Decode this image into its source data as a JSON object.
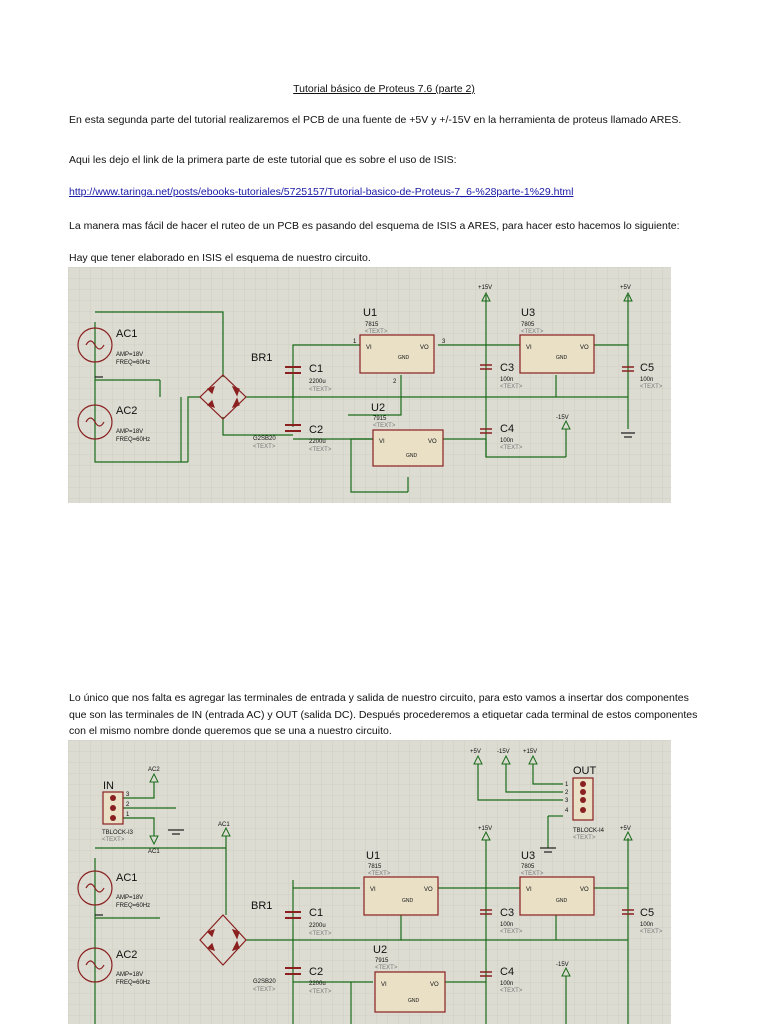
{
  "document": {
    "title": "Tutorial básico de Proteus 7.6 (parte 2)",
    "p1": "En esta segunda parte del tutorial realizaremos el PCB de una fuente de +5V y +/-15V en la herramienta de proteus llamado ARES.",
    "p2": "Aqui les dejo el link de la primera parte de este tutorial que es sobre el uso de ISIS:",
    "link": "http://www.taringa.net/posts/ebooks-tutoriales/5725157/Tutorial-basico-de-Proteus-7_6-%28parte-1%29.html",
    "p3": "La manera mas fácil de hacer el ruteo de un PCB es pasando del esquema de ISIS a ARES, para hacer esto hacemos lo siguiente:",
    "p4": "Hay que tener elaborado en ISIS el esquema de nuestro circuito.",
    "p5_l1": "Lo único que nos falta es agregar las terminales de entrada y salida de nuestro circuito, para esto vamos a insertar dos componentes",
    "p5_l2": "que son las terminales de IN (entrada AC) y OUT (salida DC). Después procederemos a etiquetar cada terminal de estos componentes",
    "p5_l3": "con el mismo nombre donde queremos que se una a nuestro circuito."
  },
  "schematic1": {
    "ac1": "AC1",
    "ac1_amp": "AMP=18V",
    "ac1_freq": "FREQ=60Hz",
    "ac2": "AC2",
    "ac2_amp": "AMP=18V",
    "ac2_freq": "FREQ=60Hz",
    "br1": "BR1",
    "bridge_part": "G2SB20",
    "bridge_text": "<TEXT>",
    "c1": "C1",
    "c1_val": "2200u",
    "c1_text": "<TEXT>",
    "c2": "C2",
    "c2_val": "2200u",
    "c2_text": "<TEXT>",
    "u1": "U1",
    "u1_part": "7815",
    "u1_text": "<TEXT>",
    "u2": "U2",
    "u2_part": "7915",
    "u2_text": "<TEXT>",
    "u3": "U3",
    "u3_part": "7805",
    "u3_text": "<TEXT>",
    "c3": "C3",
    "c3_val": "100n",
    "c3_text": "<TEXT>",
    "c4": "C4",
    "c4_val": "100n",
    "c4_text": "<TEXT>",
    "c5": "C5",
    "c5_val": "100n",
    "c5_text": "<TEXT>",
    "vplus15": "+15V",
    "vplus5": "+5V",
    "vminus15": "-15V",
    "vi": "VI",
    "vo": "VO",
    "gnd": "GND",
    "pin1": "1",
    "pin2": "2",
    "pin3": "3"
  },
  "schematic2": {
    "in": "IN",
    "in_part": "TBLOCK-I3",
    "in_text": "<TEXT>",
    "pin_3": "3",
    "pin_2": "2",
    "pin_1": "1",
    "ac2_tag": "AC2",
    "ac1_tag": "AC1",
    "ac1_tag2": "AC1",
    "out": "OUT",
    "out_part": "TBLOCK-I4",
    "out_text": "<TEXT>",
    "t_p5": "+5V",
    "t_m15": "-15V",
    "t_p15": "+15V",
    "o1": "1",
    "o2": "2",
    "o3": "3",
    "o4": "4",
    "ac1": "AC1",
    "ac1_amp": "AMP=18V",
    "ac1_freq": "FREQ=60Hz",
    "ac2": "AC2",
    "ac2_amp": "AMP=18V",
    "ac2_freq": "FREQ=60Hz",
    "br1": "BR1",
    "bridge_part": "G2SB20",
    "bridge_text": "<TEXT>",
    "c1": "C1",
    "c1_val": "2200u",
    "c1_text": "<TEXT>",
    "c2": "C2",
    "c2_val": "2200u",
    "c2_text": "<TEXT>",
    "u1": "U1",
    "u1_part": "7815",
    "u1_text": "<TEXT>",
    "u2": "U2",
    "u2_part": "7915",
    "u2_text": "<TEXT>",
    "u3": "U3",
    "u3_part": "7805",
    "u3_text": "<TEXT>",
    "c3": "C3",
    "c3_val": "100n",
    "c3_text": "<TEXT>",
    "c4": "C4",
    "c4_val": "100n",
    "c4_text": "<TEXT>",
    "c5": "C5",
    "c5_val": "100n",
    "c5_text": "<TEXT>",
    "vplus15": "+15V",
    "vplus5": "+5V",
    "vminus15": "-15V",
    "vi": "VI",
    "vo": "VO",
    "gnd": "GND"
  },
  "colors": {
    "wire": "#1a6b1a",
    "part": "#8a2020",
    "chip_fill": "#e9e0c6",
    "grid_bg": "#dcdcd2",
    "link": "#1a1aa6"
  }
}
